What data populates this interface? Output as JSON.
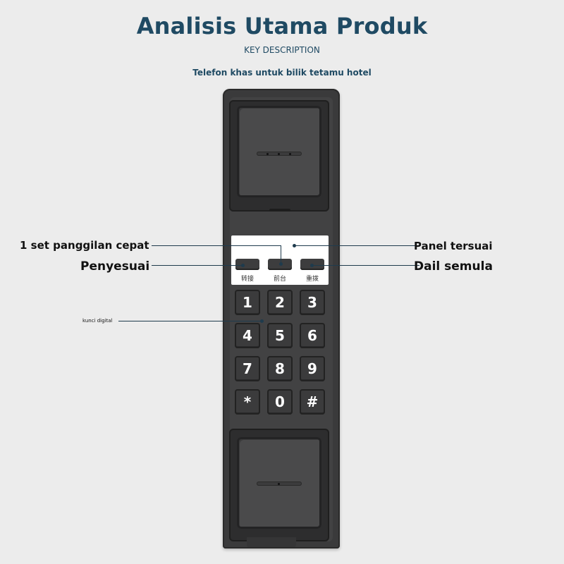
{
  "header": {
    "title": "Analisis Utama Produk",
    "subtitle": "KEY DESCRIPTION",
    "caption": "Telefon khas untuk bilik tetamu hotel"
  },
  "phone": {
    "function_buttons": [
      {
        "label": "转接"
      },
      {
        "label": "前台"
      },
      {
        "label": "重拨"
      }
    ],
    "keypad": [
      "1",
      "2",
      "3",
      "4",
      "5",
      "6",
      "7",
      "8",
      "9",
      "*",
      "0",
      "#"
    ]
  },
  "annotations": {
    "speed_dial": "1 set panggilan cepat",
    "customize": "Penyesuai",
    "digital_keys": "kunci digital",
    "custom_panel": "Panel tersuai",
    "redial": "Dail semula"
  },
  "colors": {
    "title": "#1f4a63",
    "background": "#ececec",
    "phone_body": "#3a3a3b",
    "annotation_line": "#1f3b4d"
  }
}
